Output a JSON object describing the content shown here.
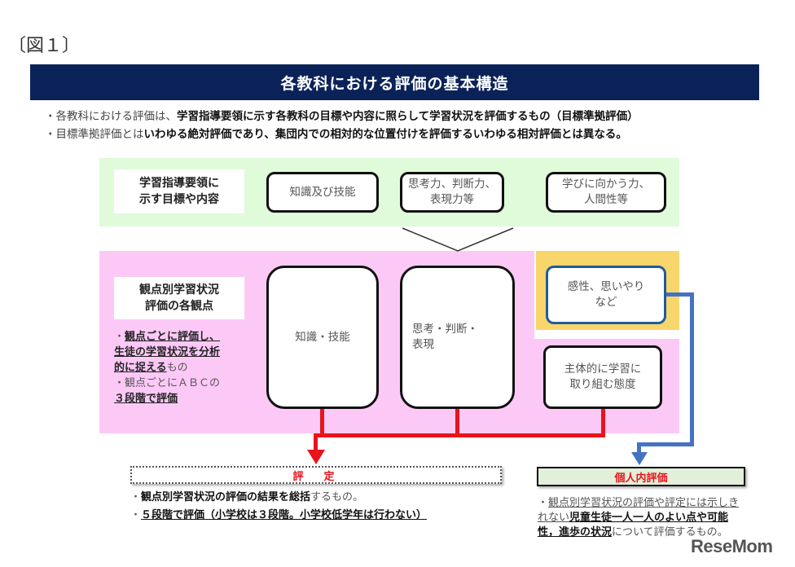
{
  "figure_label": "〔図１〕",
  "title": "各教科における評価の基本構造",
  "intro": [
    {
      "plain": "・各教科における評価は、",
      "bold": "学習指導要領に示す各教科の目標や内容に照らして学習状況を評価するもの（目標準拠評価）"
    },
    {
      "plain": "・目標準拠評価とは",
      "bold": "いわゆる絶対評価であり、集団内での相対的な位置付けを評価するいわゆる相対評価とは異なる。"
    }
  ],
  "row1": {
    "label": [
      "学習指導要領に",
      "示す目標や内容"
    ],
    "boxes": [
      [
        "知識及び技能"
      ],
      [
        "思考力、判断力、",
        "表現力等"
      ],
      [
        "学びに向かう力、",
        "人間性等"
      ]
    ]
  },
  "row2": {
    "label": [
      "観点別学習状況",
      "評価の各観点"
    ],
    "note": {
      "line1_u": "観点ごとに評価し、",
      "line2_u": "生徒の学習状況を分析",
      "line3_u": "的に捉える",
      "line3_plain": "もの",
      "line4": "・観点ごとにＡＢＣの",
      "line5_u": "３段階で評価"
    },
    "boxes": {
      "knowledge": "知識・技能",
      "thinking": [
        "思考・判断・",
        "表現"
      ],
      "sensitivity": [
        "感性、思いやり",
        "など"
      ],
      "attitude": [
        "主体的に学習に",
        "取り組む態度"
      ]
    }
  },
  "hyoutei": {
    "label": "評　定",
    "notes": [
      {
        "bold": "観点別学習状況の評価の結果を総括",
        "plain": "するもの。"
      },
      {
        "underline": "５段階で評価（小学校は３段階。小学校低学年は行わない）"
      }
    ]
  },
  "kojin": {
    "label": "個人内評価",
    "note": {
      "u_plain": "観点別学習状況の評価や評定には示しきれない",
      "u_bold": "児童生徒一人一人のよい点や可能性，進歩の状況",
      "plain": "について評価するもの。"
    }
  },
  "watermark": "ReseMom",
  "colors": {
    "title_bg": "#0b2259",
    "green_band": "#e0fbd9",
    "pink_band": "#fcc9f7",
    "yellow_band": "#f8d66c",
    "red_arrow": "#e8141c",
    "blue_arrow": "#4472c4"
  }
}
